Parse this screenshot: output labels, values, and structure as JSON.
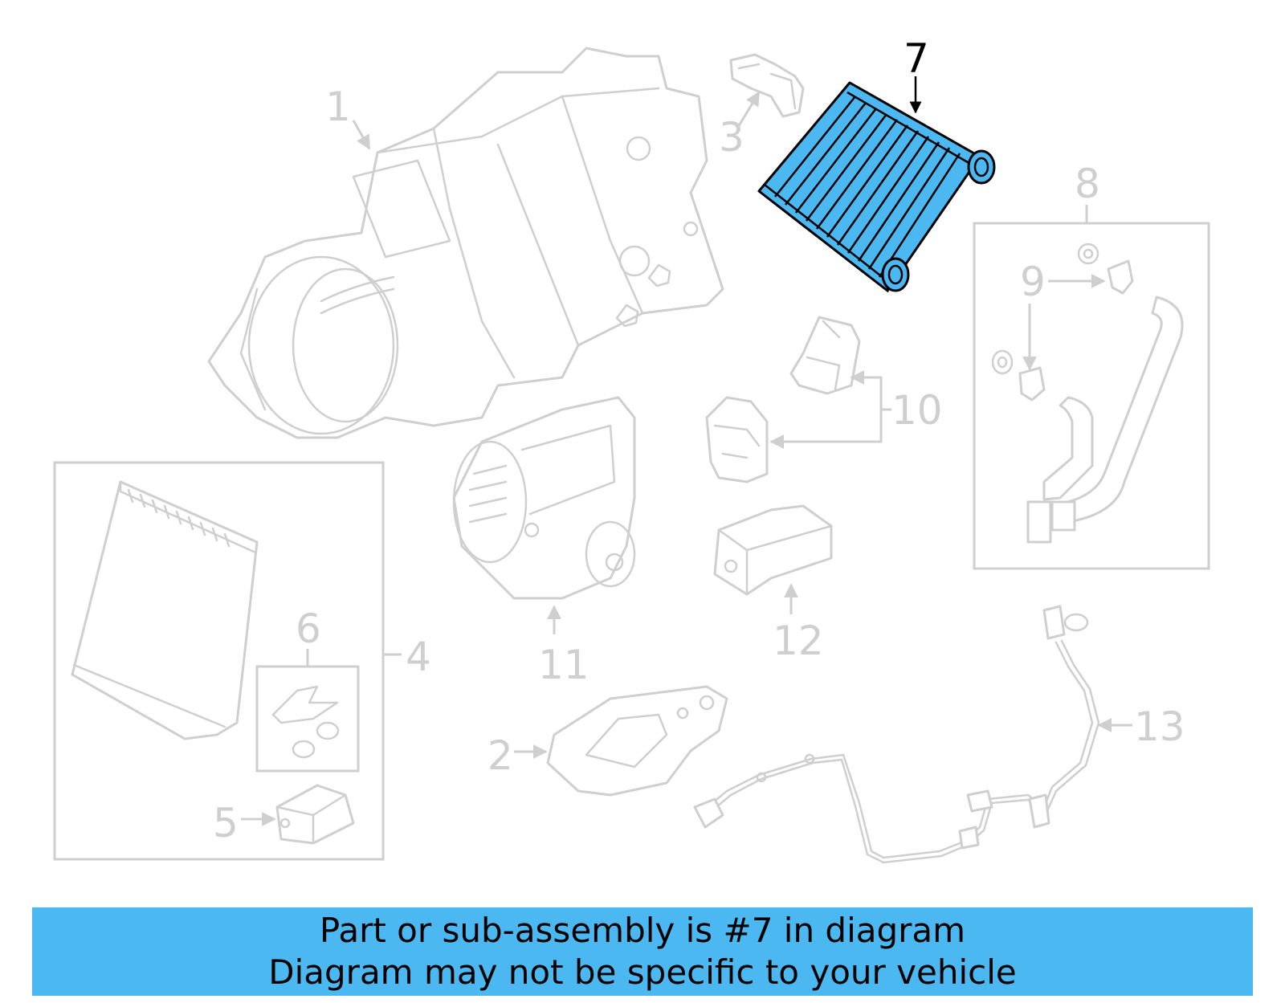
{
  "callouts": {
    "c1": "1",
    "c2": "2",
    "c3": "3",
    "c4": "4",
    "c5": "5",
    "c6": "6",
    "c7": "7",
    "c8": "8",
    "c9": "9",
    "c10": "10",
    "c11": "11",
    "c12": "12",
    "c13": "13"
  },
  "banner": {
    "line1": "Part or sub-assembly is #7 in diagram",
    "line2": "Diagram may not be specific to your vehicle"
  },
  "colors": {
    "highlight": "#4bb8f2",
    "lineart": "#cfcfcf",
    "banner_bg": "#4bb8f2"
  }
}
